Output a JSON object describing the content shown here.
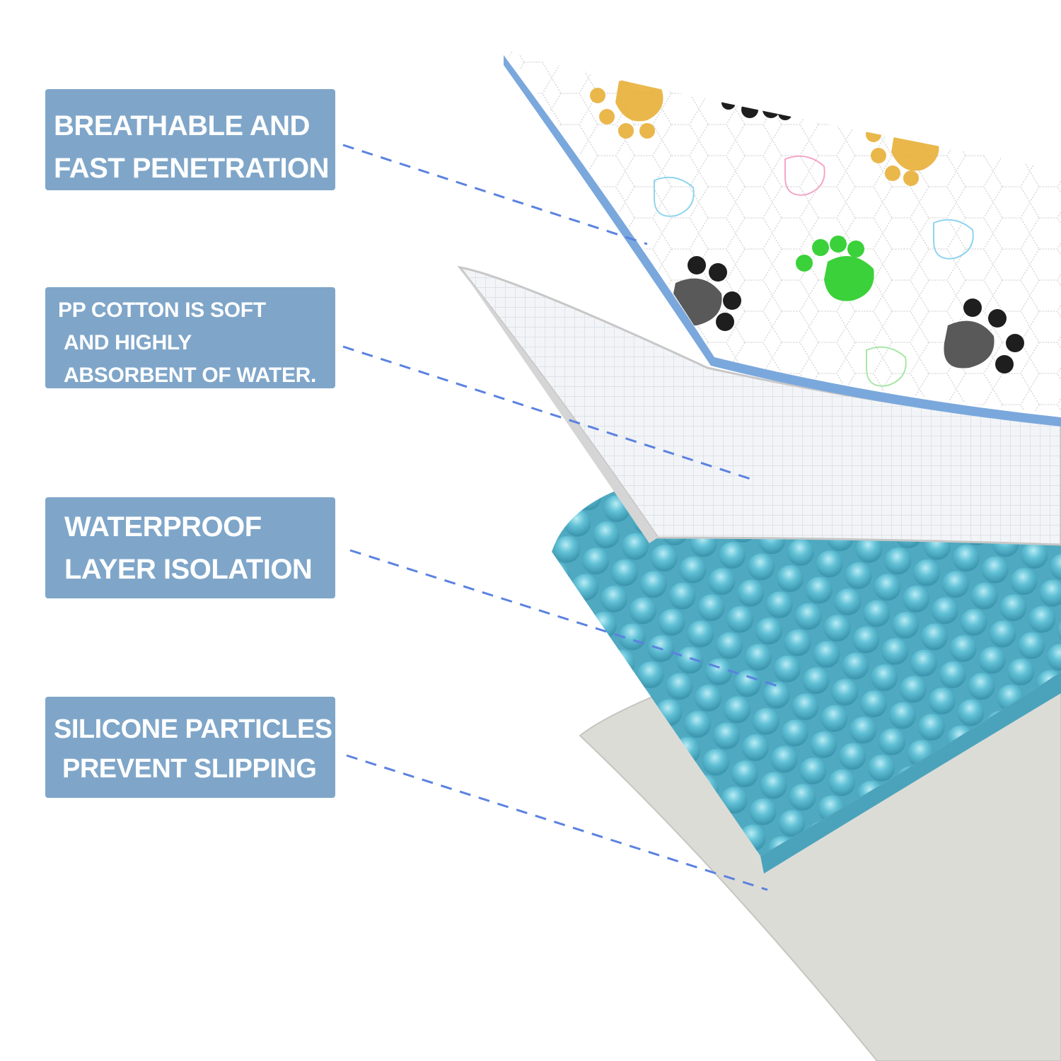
{
  "labels": [
    {
      "lines": [
        "BREATHABLE AND",
        "FAST PENETRATION"
      ]
    },
    {
      "lines": [
        "PP COTTON IS SOFT",
        "AND HIGHLY",
        "ABSORBENT OF WATER."
      ]
    },
    {
      "lines": [
        "WATERPROOF",
        "LAYER ISOLATION"
      ]
    },
    {
      "lines": [
        "SILICONE PARTICLES",
        "PREVENT SLIPPING"
      ]
    }
  ],
  "colors": {
    "label_bg": "#7fa6c9",
    "leader_line": "#5b82e0",
    "top_edge": "#7aa8dc",
    "silicone": "#5fb6cc",
    "backing": "#dcdcd6"
  },
  "icons": {
    "paw_colors": [
      "#e8b038",
      "#1e1e1e",
      "#3bd13a",
      "#f4a6c8",
      "#8fd4ee",
      "#a8e6a8"
    ]
  }
}
